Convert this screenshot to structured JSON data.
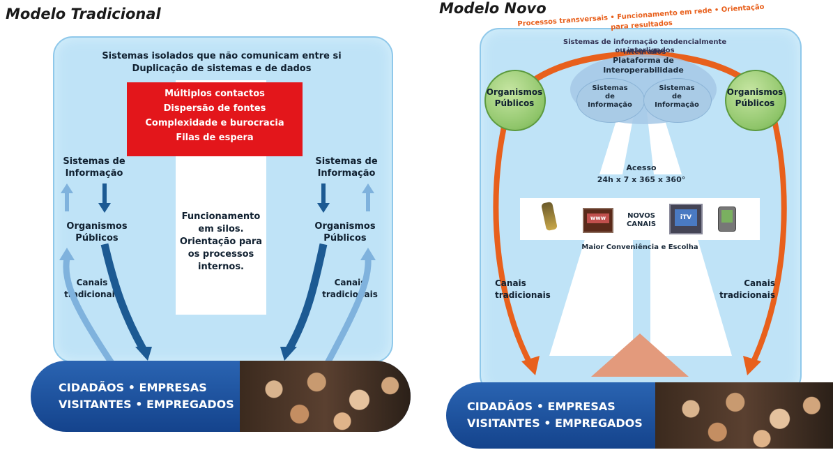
{
  "left": {
    "title": "Modelo Tradicional",
    "top_text_1": "Sistemas isolados que não comunicam entre si",
    "top_text_2": "Duplicação de sistemas e de dados",
    "red_lines": [
      "Múltiplos contactos",
      "Dispersão de fontes",
      "Complexidade e burocracia",
      "Filas de espera"
    ],
    "center_lines": [
      "Funcionamento",
      "em silos.",
      "Orientação para",
      "os processos",
      "internos."
    ],
    "sys_left": [
      "Sistemas de",
      "Informação"
    ],
    "sys_right": [
      "Sistemas de",
      "Informação"
    ],
    "org_left": [
      "Organismos",
      "Públicos"
    ],
    "org_right": [
      "Organismos",
      "Públicos"
    ],
    "canais_left": [
      "Canais",
      "tradicionais"
    ],
    "canais_right": [
      "Canais",
      "tradicionais"
    ],
    "pill_line_1": "CIDADÃOS • EMPRESAS",
    "pill_line_2": "VISITANTES • EMPREGADOS"
  },
  "right": {
    "title": "Modelo Novo",
    "arc_text": "Processos transversais • Funcionamento em rede • Orientação para resultados",
    "inner_arc_1": "Sistemas de informação tendencialmente integrados",
    "inner_arc_2": "ou interligados",
    "platform": [
      "Plataforma de",
      "Interoperabilidade"
    ],
    "si_left": [
      "Sistemas",
      "de",
      "Informação"
    ],
    "si_right": [
      "Sistemas",
      "de",
      "Informação"
    ],
    "org_left": [
      "Organismos",
      "Públicos"
    ],
    "org_right": [
      "Organismos",
      "Públicos"
    ],
    "acesso": [
      "Acesso",
      "24h x 7 x 365 x 360°"
    ],
    "novos": [
      "NOVOS",
      "CANAIS"
    ],
    "www": "www",
    "itv": "iTV",
    "conveniencia": "Maior Conveniência e Escolha",
    "canais_left": [
      "Canais",
      "tradicionais"
    ],
    "canais_right": [
      "Canais",
      "tradicionais"
    ],
    "pill_line_1": "CIDADÃOS • EMPRESAS",
    "pill_line_2": "VISITANTES • EMPREGADOS"
  },
  "colors": {
    "panel": "#bfe3f7",
    "red": "#e3161b",
    "navy": "#14438c",
    "orange": "#e8601c",
    "arrow_dark": "#1c5a93",
    "arrow_light": "#7fb2dd"
  }
}
